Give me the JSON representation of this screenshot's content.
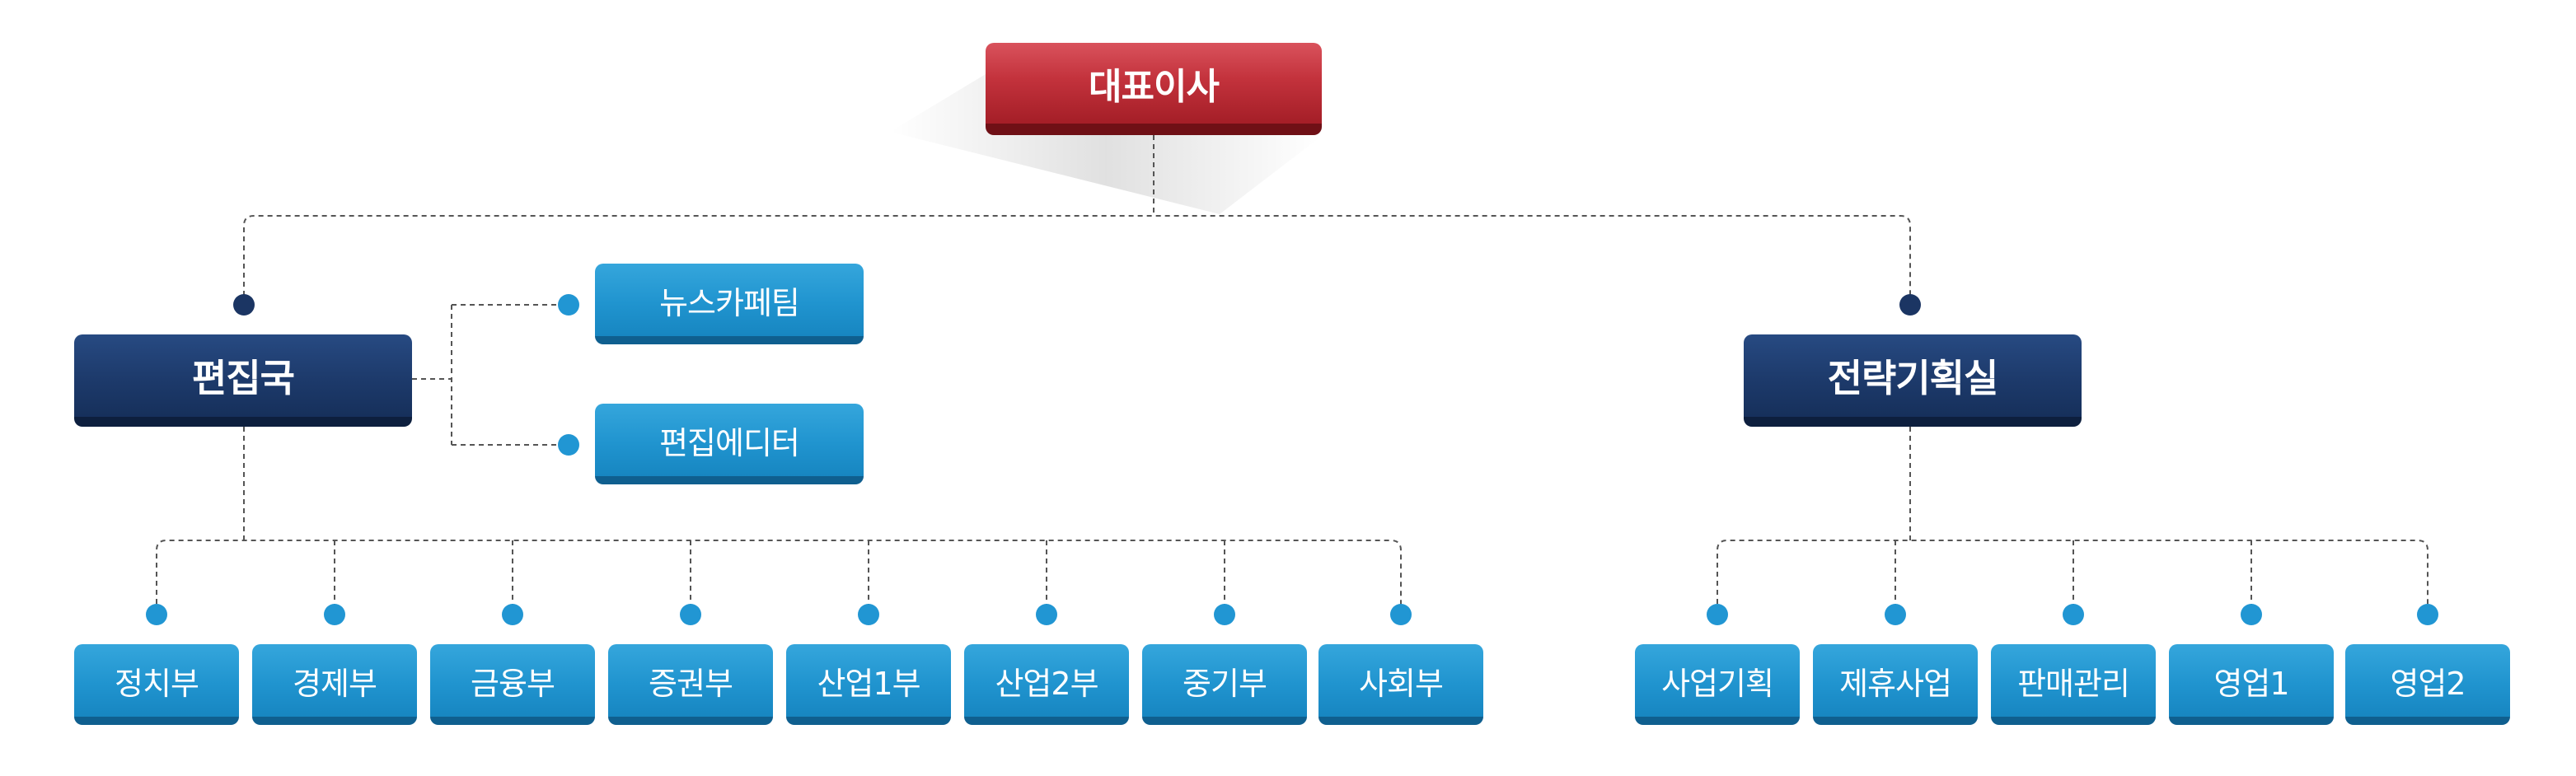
{
  "ceo": {
    "label": "대표이사"
  },
  "departments": [
    {
      "label": "편집국"
    },
    {
      "label": "전략기획실"
    }
  ],
  "editorial_teams": [
    {
      "label": "뉴스카페팀"
    },
    {
      "label": "편집에디터"
    }
  ],
  "editorial_subunits": [
    {
      "label": "정치부"
    },
    {
      "label": "경제부"
    },
    {
      "label": "금융부"
    },
    {
      "label": "증권부"
    },
    {
      "label": "산업1부"
    },
    {
      "label": "산업2부"
    },
    {
      "label": "중기부"
    },
    {
      "label": "사회부"
    }
  ],
  "strategy_subunits": [
    {
      "label": "사업기획"
    },
    {
      "label": "제휴사업"
    },
    {
      "label": "판매관리"
    },
    {
      "label": "영업1"
    },
    {
      "label": "영업2"
    }
  ],
  "colors": {
    "ceo_box": "#c3323c",
    "department_box": "#1d3a6b",
    "unit_box": "#2094cf",
    "connector": "#555555",
    "dot_dark": "#1b3563",
    "dot_blue": "#2196d3"
  }
}
